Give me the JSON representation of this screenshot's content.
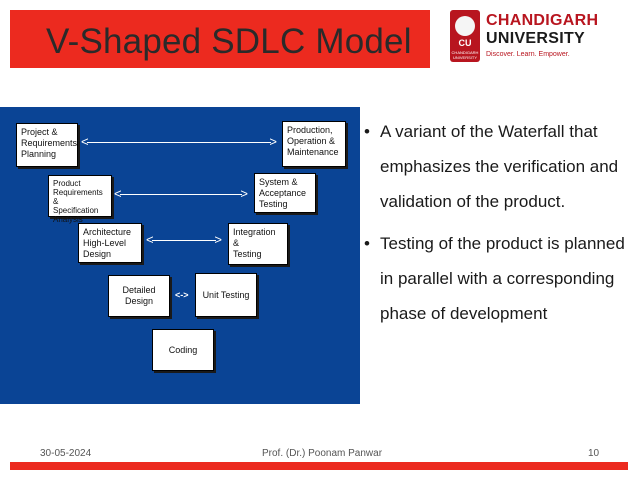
{
  "slide": {
    "title": "V-Shaped SDLC Model",
    "accent_color": "#ec2a1f",
    "diagram_background": "#0a4495"
  },
  "logo": {
    "seal_text": "CU",
    "seal_small_text": "CHANDIGARH UNIVERSITY",
    "name_line1": "CHANDIGARH",
    "name_line2": "UNIVERSITY",
    "tagline": "Discover. Learn. Empower.",
    "brand_color": "#b8151f"
  },
  "diagram": {
    "boxes": {
      "project": "Project &\nRequirements\nPlanning",
      "production": "Production,\nOperation &\nMaintenance",
      "product_req": "Product\nRequirements &\nSpecification\nAnalysis",
      "system": "System &\nAcceptance\nTesting",
      "architecture": "Architecture\nHigh-Level Design",
      "integration": "Integration  &\nTesting",
      "detailed": "Detailed Design",
      "unit": "Unit Testing",
      "coding": "Coding"
    },
    "small_arrow": "<->"
  },
  "bullets": [
    "A variant of the Waterfall that emphasizes the verification and validation of the product.",
    "Testing of the product is planned in parallel with a corresponding phase of development"
  ],
  "bullet_symbol": "•",
  "footer": {
    "date": "30-05-2024",
    "author": "Prof. (Dr.) Poonam Panwar",
    "page": "10"
  }
}
